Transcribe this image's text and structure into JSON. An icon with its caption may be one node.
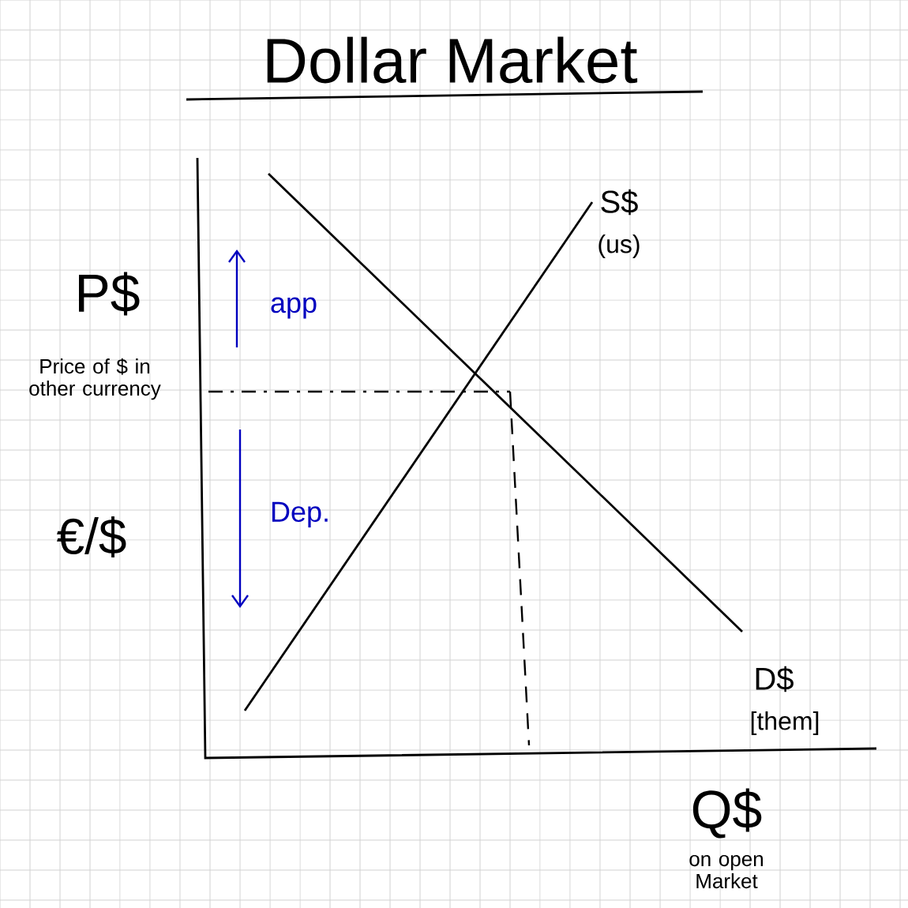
{
  "diagram": {
    "title": "Dollar Market",
    "labels": [
      "S$",
      "(us)",
      "P$",
      "Price of $ in other currency",
      "app",
      "Dep.",
      "€/$",
      "D$",
      "[them]",
      "Q$",
      "on open Market"
    ]
  }
}
